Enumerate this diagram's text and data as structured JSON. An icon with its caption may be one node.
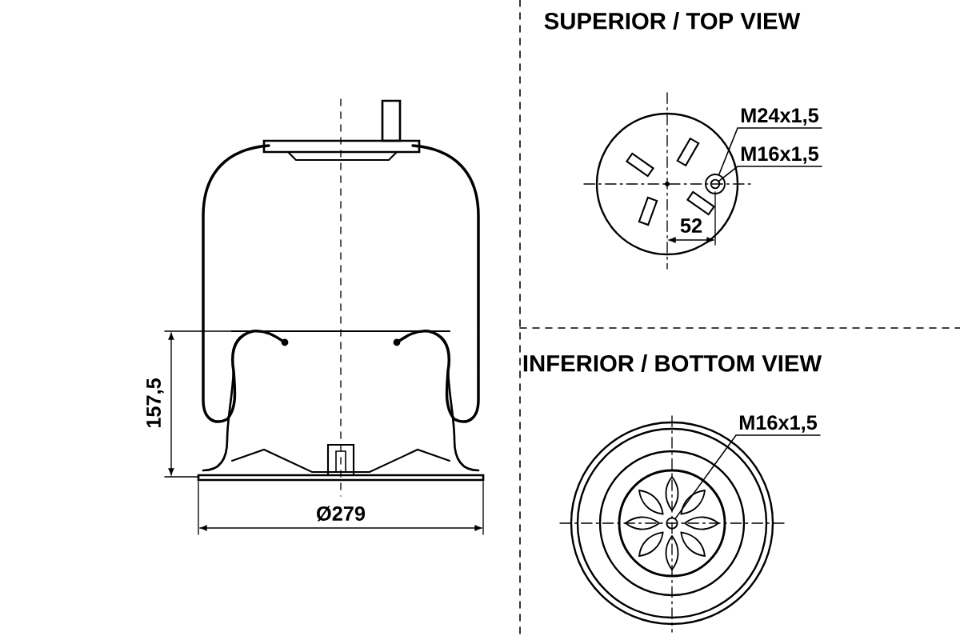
{
  "diagram": {
    "nodes": [
      {
        "text": [
          "M24x1,5"
        ]
      },
      {
        "text": [],
        "shape": "circle"
      },
      {
        "text": [
          "M16x1,5"
        ]
      },
      {
        "text": [],
        "shape": "circle",
        "in": 1
      },
      {
        "text": [
          "M16x1,5"
        ]
      },
      {
        "text": [],
        "shape": "circle"
      }
    ],
    "edges": [
      {
        "from": 0,
        "to": 1,
        "arrow": "none"
      },
      {
        "from": 2,
        "to": 3,
        "arrow": "none"
      },
      {
        "from": 4,
        "to": 5,
        "arrow": "none"
      }
    ],
    "labels": [
      "157,5",
      "Ø279",
      "SUPERIOR / TOP VIEW",
      "52",
      "INFERIOR / BOTTOM VIEW"
    ]
  }
}
